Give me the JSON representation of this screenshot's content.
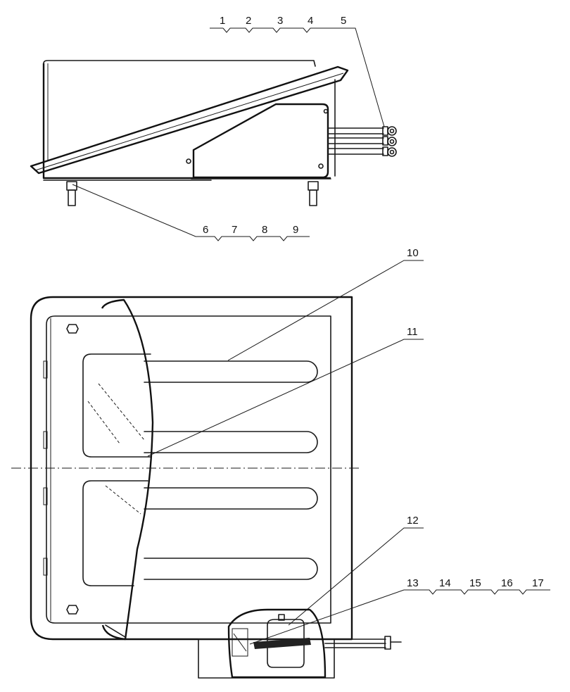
{
  "labels": {
    "top_callouts": [
      "1",
      "2",
      "3",
      "4",
      "5"
    ],
    "bottom_callouts": [
      "6",
      "7",
      "8",
      "9"
    ],
    "plan_callouts": [
      "10",
      "11",
      "12"
    ],
    "lower_callouts": [
      "13",
      "14",
      "15",
      "16",
      "17"
    ]
  }
}
